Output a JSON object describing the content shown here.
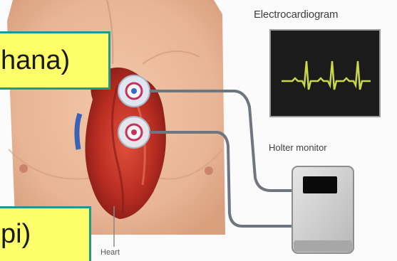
{
  "annotations": {
    "top_box_text": "hana)",
    "bottom_box_text": "pi)"
  },
  "captions": {
    "electrocardiogram": "Electrocardiogram",
    "holter_monitor": "Holter monitor",
    "heart": "Heart"
  },
  "colors": {
    "annotation_fill": "#fefe6a",
    "annotation_border": "#1f9a88",
    "ecg_trace": "#c8d84a",
    "ecg_screen": "#1b1b1b"
  }
}
